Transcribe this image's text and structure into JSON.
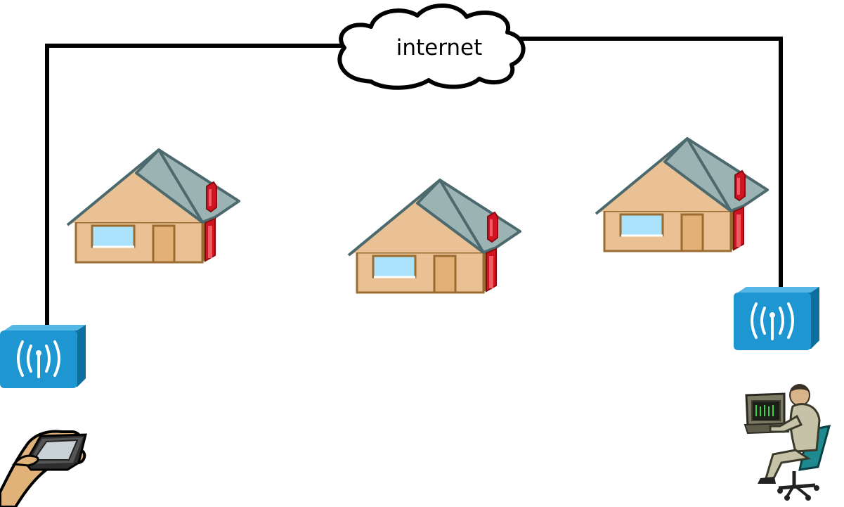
{
  "cloud": {
    "label": "internet"
  },
  "houses": [
    {
      "id": "house-left"
    },
    {
      "id": "house-center"
    },
    {
      "id": "house-right"
    }
  ],
  "devices": {
    "left_access_point": "wireless-access-point-icon",
    "right_access_point": "wireless-access-point-icon",
    "left_client": "handheld-device-icon",
    "right_client": "user-at-workstation-icon"
  },
  "colors": {
    "link": "#000000",
    "house_wall": "#EAC195",
    "house_roof": "#9CB3B4",
    "roof_edge": "#4C6A6E",
    "door": "#E3B077",
    "window": "#A9E2FA",
    "chimney": "#D01421",
    "access_point": "#1E96D1",
    "skin": "#E0B279",
    "person_suit": "#C6C2A8"
  }
}
